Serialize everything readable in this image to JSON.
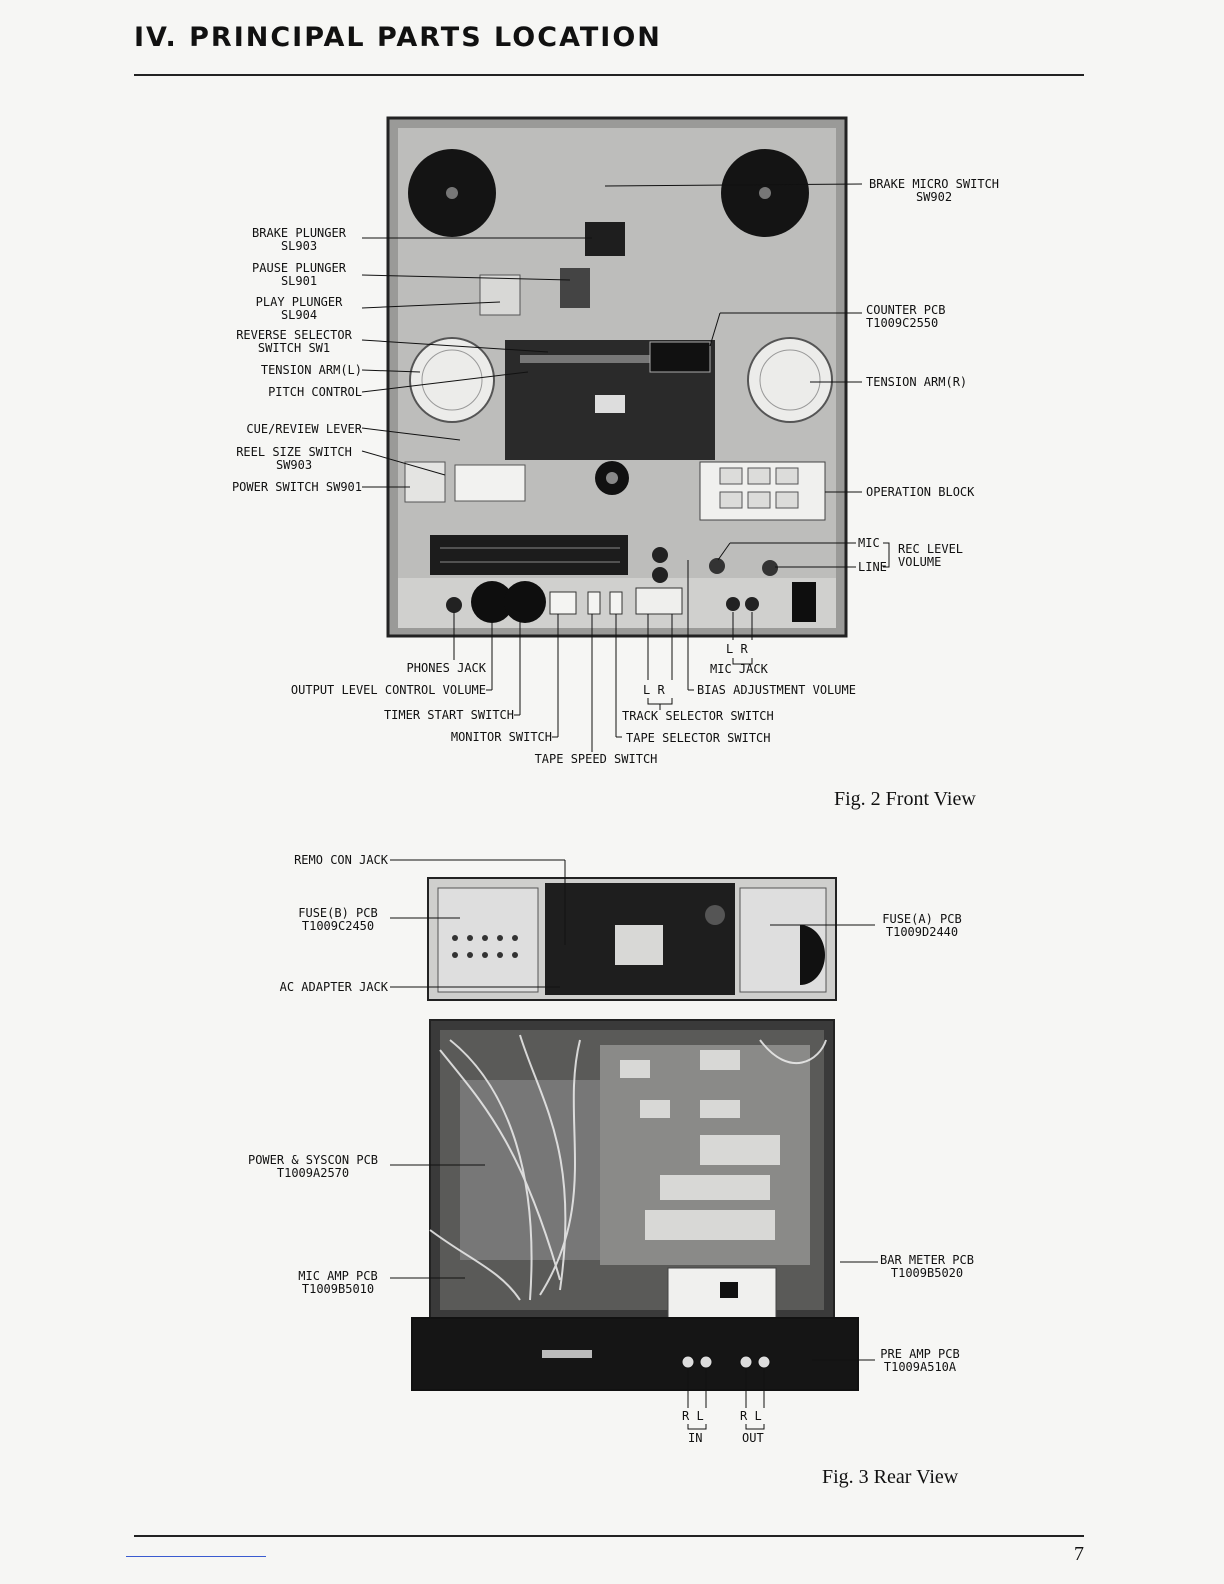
{
  "page": {
    "heading": "IV. PRINCIPAL PARTS LOCATION",
    "page_number": "7"
  },
  "fig2": {
    "caption": "Fig. 2 Front View",
    "left_labels": [
      {
        "line1": "BRAKE PLUNGER",
        "line2": "SL903"
      },
      {
        "line1": "PAUSE PLUNGER",
        "line2": "SL901"
      },
      {
        "line1": "PLAY PLUNGER",
        "line2": "SL904"
      },
      {
        "line1": "REVERSE SELECTOR",
        "line2": "SWITCH SW1"
      },
      {
        "line1": "TENSION ARM(L)"
      },
      {
        "line1": "PITCH CONTROL"
      },
      {
        "line1": "CUE/REVIEW LEVER"
      },
      {
        "line1": "REEL SIZE SWITCH",
        "line2": "SW903"
      },
      {
        "line1": "POWER SWITCH SW901"
      }
    ],
    "right_labels": [
      {
        "line1": "BRAKE MICRO SWITCH",
        "line2": "SW902"
      },
      {
        "line1": "COUNTER PCB",
        "line2": "T1009C2550"
      },
      {
        "line1": "TENSION ARM(R)"
      },
      {
        "line1": "OPERATION BLOCK"
      },
      {
        "line1": "MIC"
      },
      {
        "line1": "LINE"
      },
      {
        "line1": "REC LEVEL",
        "line2": "VOLUME"
      }
    ],
    "bottom_labels": {
      "mic_lr": "L R",
      "mic_jack": "MIC JACK",
      "phones_jack": "PHONES JACK",
      "output_level": "OUTPUT LEVEL CONTROL VOLUME",
      "track_lr": "L R",
      "bias_adj": "BIAS ADJUSTMENT VOLUME",
      "timer_start": "TIMER START SWITCH",
      "track_selector": "TRACK SELECTOR SWITCH",
      "monitor": "MONITOR SWITCH",
      "tape_selector": "TAPE SELECTOR SWITCH",
      "tape_speed": "TAPE SPEED SWITCH"
    }
  },
  "fig3": {
    "caption": "Fig. 3 Rear View",
    "left_labels": [
      {
        "line1": "REMO CON JACK"
      },
      {
        "line1": "FUSE(B) PCB",
        "line2": "T1009C2450"
      },
      {
        "line1": "AC ADAPTER JACK"
      },
      {
        "line1": "POWER & SYSCON PCB",
        "line2": "T1009A2570"
      },
      {
        "line1": "MIC AMP PCB",
        "line2": "T1009B5010"
      }
    ],
    "right_labels": [
      {
        "line1": "FUSE(A) PCB",
        "line2": "T1009D2440"
      },
      {
        "line1": "BAR METER PCB",
        "line2": "T1009B5020"
      },
      {
        "line1": "PRE AMP PCB",
        "line2": "T1009A510A"
      }
    ],
    "jack_labels": {
      "in_lr": "R L",
      "in": "IN",
      "out_lr": "R L",
      "out": "OUT"
    }
  }
}
